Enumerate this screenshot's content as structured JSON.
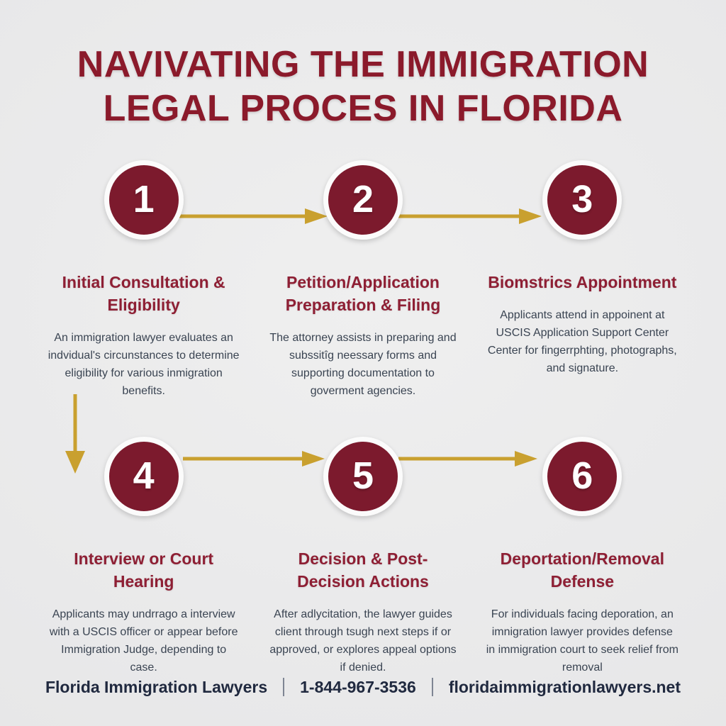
{
  "header": {
    "title_line1": "NAVIVATING THE IMMIGRATION",
    "title_line2": "LEGAL PROCES  IN FLORIDA"
  },
  "colors": {
    "background": "#e9e9ea",
    "brand_maroon": "#8b1a2b",
    "badge_fill": "#7c1a2d",
    "badge_ring": "#fbfbfb",
    "accent_gold": "#c9a02f",
    "heading_maroon": "#8e1f34",
    "body_text": "#3a4452",
    "footer_text": "#20293f"
  },
  "steps": [
    {
      "number": "1",
      "title": "Initial Consultation & Eligibility",
      "description": "An immigration lawyer evaluates an indvidual's circunstances to determine eligibility for various inmigration benefits."
    },
    {
      "number": "2",
      "title": "Petition/Application Preparation & Filing",
      "description": "The attorney assists in preparing and subssitîg neessary forms and supporting documentation to goverment agencies."
    },
    {
      "number": "3",
      "title": "Biomstrics Appointment",
      "description": "Applicants attend in appoinent at USCIS Application Support Center Center for fingerrphting, photographs, and signature."
    },
    {
      "number": "4",
      "title": "Interview or Court Hearing",
      "description": "Applicants may undrrago a interview with a USCIS officer or appear before Immigration Judge, depending to case."
    },
    {
      "number": "5",
      "title": "Decision & Post-Decision Actions",
      "description": "After adlycitation, the lawyer guides client through tsugh next steps if or approved, or explores appeal options if denied."
    },
    {
      "number": "6",
      "title": "Deportation/Removal Defense",
      "description": "For individuals facing deporation, an imnigration lawyer provides defense in immigration court to seek relief from removal"
    }
  ],
  "footer": {
    "brand": "Florida Immigration Lawyers",
    "phone": "1-844-967-3536",
    "website": "floridaimmigrationlawyers.net"
  }
}
